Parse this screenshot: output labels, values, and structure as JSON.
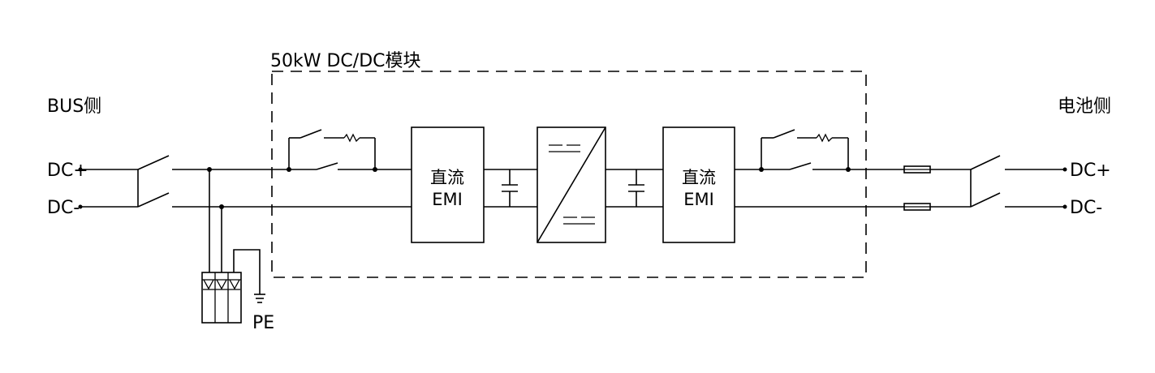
{
  "module_label": "50kW DC/DC模块",
  "bus_side_label": "BUS侧",
  "battery_side_label": "电池侧",
  "left_terminals": [
    "DC+",
    "DC-"
  ],
  "right_terminals": [
    "DC+",
    "DC-"
  ],
  "ground_label": "PE",
  "emi_blocks": [
    {
      "line1": "直流",
      "line2": "EMI"
    },
    {
      "line1": "直流",
      "line2": "EMI"
    }
  ]
}
